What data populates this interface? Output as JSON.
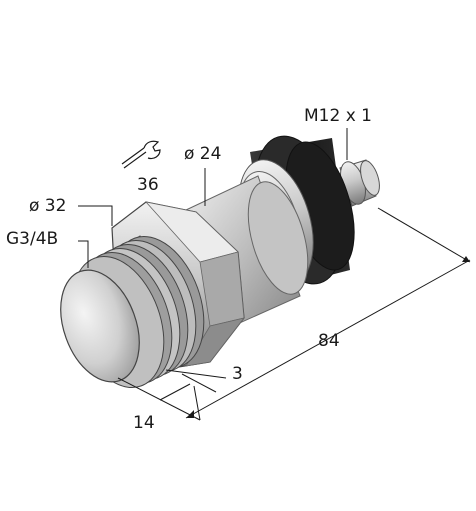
{
  "labels": {
    "thread_connector": "M12 x 1",
    "wrench_size": "36",
    "diameter_body": "ø 24",
    "diameter_hex": "ø 32",
    "process_thread": "G3/4B",
    "thread_length": "14",
    "hex_height": "3",
    "total_length": "84"
  },
  "icons": {
    "wrench": "wrench-icon"
  },
  "colors": {
    "metal_light": "#e8e8e8",
    "metal_mid": "#b8b8b8",
    "metal_dark": "#6e6e6e",
    "knurl_dark": "#1e1e1e",
    "line": "#1a1a1a"
  }
}
